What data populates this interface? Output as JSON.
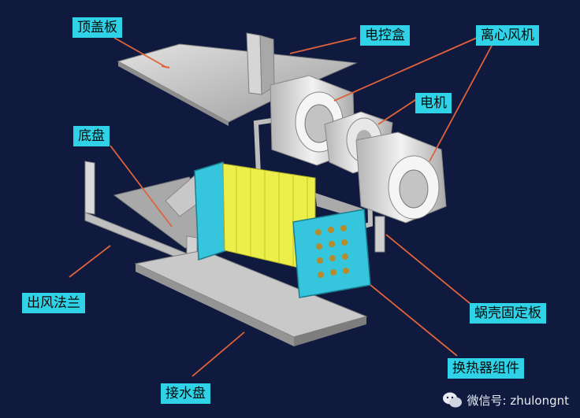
{
  "labels": {
    "top_cover": "顶盖板",
    "control_box": "电控盒",
    "centrifugal_fan": "离心风机",
    "motor": "电机",
    "base_pan": "底盘",
    "outlet_flange": "出风法兰",
    "volute_fixing_plate": "蜗壳固定板",
    "heat_exchanger_assembly": "换热器组件",
    "drain_pan": "接水盘"
  },
  "watermark": {
    "text": "微信号: zhulongnt"
  },
  "colors": {
    "background": "#0f1a3e",
    "label_bg": "#2fd2e6",
    "leader": "#e0623a",
    "metal": "#c8c8c8",
    "coil_yellow": "#ecee4a",
    "side_plate_cyan": "#35c6dd"
  }
}
